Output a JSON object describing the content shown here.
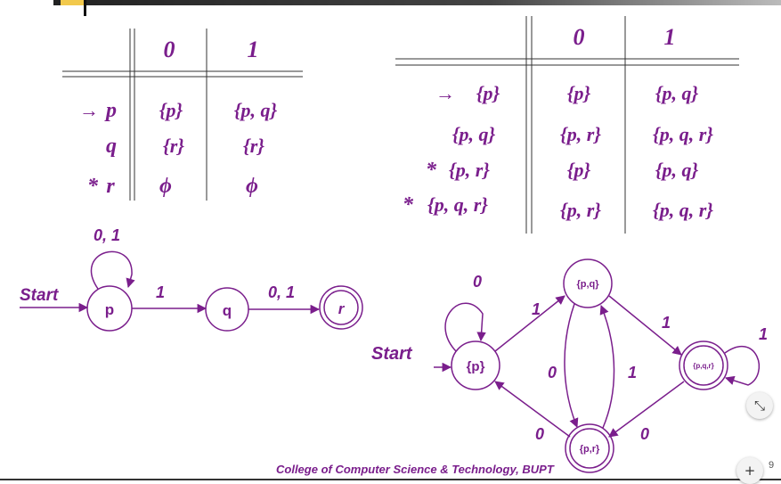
{
  "left_table": {
    "headers": [
      "0",
      "1"
    ],
    "rows": [
      {
        "mark": "→",
        "state": "p",
        "c0": "{p}",
        "c1": "{p, q}"
      },
      {
        "mark": "",
        "state": "q",
        "c0": "{r}",
        "c1": "{r}"
      },
      {
        "mark": "*",
        "state": "r",
        "c0": "ϕ",
        "c1": "ϕ"
      }
    ]
  },
  "right_table": {
    "headers": [
      "0",
      "1"
    ],
    "rows": [
      {
        "mark": "→",
        "state": "{p}",
        "c0": "{p}",
        "c1": "{p, q}"
      },
      {
        "mark": "",
        "state": "{p, q}",
        "c0": "{p, r}",
        "c1": "{p, q, r}"
      },
      {
        "mark": "*",
        "state": "{p, r}",
        "c0": "{p}",
        "c1": "{p, q}"
      },
      {
        "mark": "*",
        "state": "{p, q, r}",
        "c0": "{p, r}",
        "c1": "{p, q, r}"
      }
    ]
  },
  "nfa_diagram": {
    "start_label": "Start",
    "states": [
      "p",
      "q",
      "r"
    ],
    "edge_labels": {
      "p_loop": "0, 1",
      "p_q": "1",
      "q_r": "0, 1"
    }
  },
  "dfa_diagram": {
    "start_label": "Start",
    "states": {
      "p": "{p}",
      "pq": "{p,q}",
      "pr": "{p,r}",
      "pqr": "{p,q,r}"
    },
    "edge_labels": {
      "p_loop": "0",
      "p_pq": "1",
      "pq_pqr": "1",
      "pqr_loop": "1",
      "pq_pr": "0",
      "pr_pq": "1",
      "pr_p": "0",
      "pqr_pr": "0"
    }
  },
  "footer": {
    "text": "College of Computer Science & Technology, BUPT",
    "page_number": "9"
  },
  "controls": {
    "collapse_icon": "collapse-icon",
    "zoom_icon": "plus-icon"
  },
  "colors": {
    "primary": "#7a1e8c",
    "text": "#7a1e8c",
    "rule": "#333333"
  }
}
